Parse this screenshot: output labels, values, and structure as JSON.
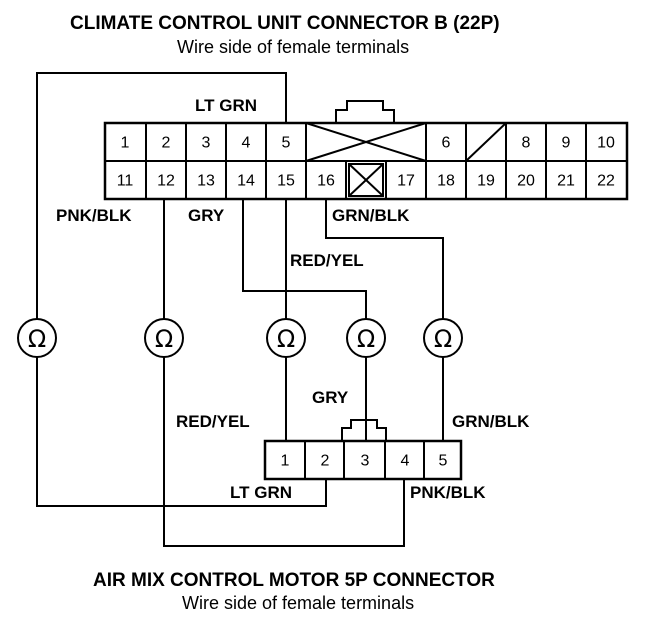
{
  "connector_b": {
    "title": "CLIMATE CONTROL UNIT CONNECTOR B (22P)",
    "subtitle": "Wire side of female terminals",
    "row_top": [
      "1",
      "2",
      "3",
      "4",
      "5",
      "6",
      "8",
      "9",
      "10"
    ],
    "row_bottom": [
      "11",
      "12",
      "13",
      "14",
      "15",
      "16",
      "17",
      "18",
      "19",
      "20",
      "21",
      "22"
    ]
  },
  "motor_connector": {
    "title": "AIR MIX CONTROL MOTOR 5P CONNECTOR",
    "subtitle": "Wire side of female terminals",
    "pins": [
      "1",
      "2",
      "3",
      "4",
      "5"
    ]
  },
  "wire_labels": {
    "lt_grn_top": "LT GRN",
    "pnk_blk_left": "PNK/BLK",
    "gry_top": "GRY",
    "grn_blk_top": "GRN/BLK",
    "red_yel_top": "RED/YEL",
    "gry_bottom": "GRY",
    "red_yel_bottom": "RED/YEL",
    "grn_blk_bottom": "GRN/BLK",
    "lt_grn_bottom": "LT GRN",
    "pnk_blk_bottom": "PNK/BLK"
  },
  "meter_symbol": "Ω"
}
